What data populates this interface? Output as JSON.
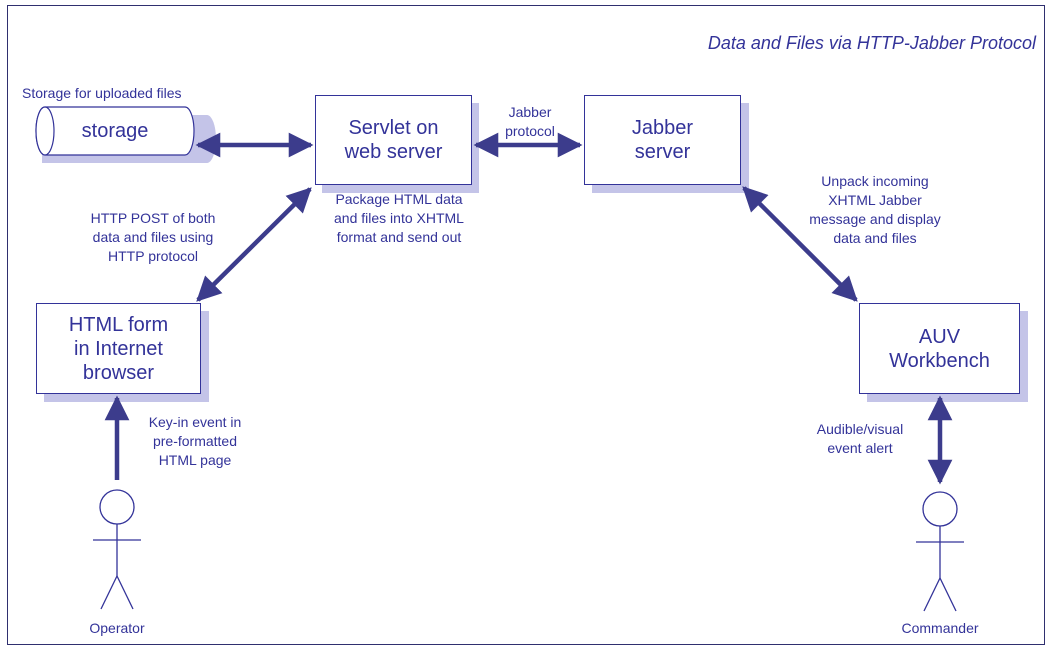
{
  "title": "Data and Files via HTTP-Jabber Protocol",
  "nodes": {
    "storage": {
      "label": "storage",
      "caption": "Storage for uploaded files"
    },
    "servlet": {
      "lines": [
        "Servlet on",
        "web server"
      ]
    },
    "jabber": {
      "lines": [
        "Jabber",
        "server"
      ]
    },
    "html_form": {
      "lines": [
        "HTML form",
        "in Internet",
        "browser"
      ]
    },
    "auv": {
      "lines": [
        "AUV",
        "Workbench"
      ]
    }
  },
  "actors": {
    "operator": "Operator",
    "commander": "Commander"
  },
  "edge_labels": {
    "jabber_protocol": [
      "Jabber",
      "protocol"
    ],
    "package": [
      "Package HTML data",
      "and files into XHTML",
      "format and send out"
    ],
    "http_post": [
      "HTTP POST of both",
      "data and files using",
      "HTTP protocol"
    ],
    "unpack": [
      "Unpack incoming",
      "XHTML Jabber",
      "message and display",
      "data and files"
    ],
    "keyin": [
      "Key-in event in",
      "pre-formatted",
      "HTML page"
    ],
    "alert": [
      "Audible/visual",
      "event alert"
    ]
  },
  "colors": {
    "ink": "#333399",
    "shadow": "#c4c4e8",
    "arrow": "#3c3c8c"
  }
}
